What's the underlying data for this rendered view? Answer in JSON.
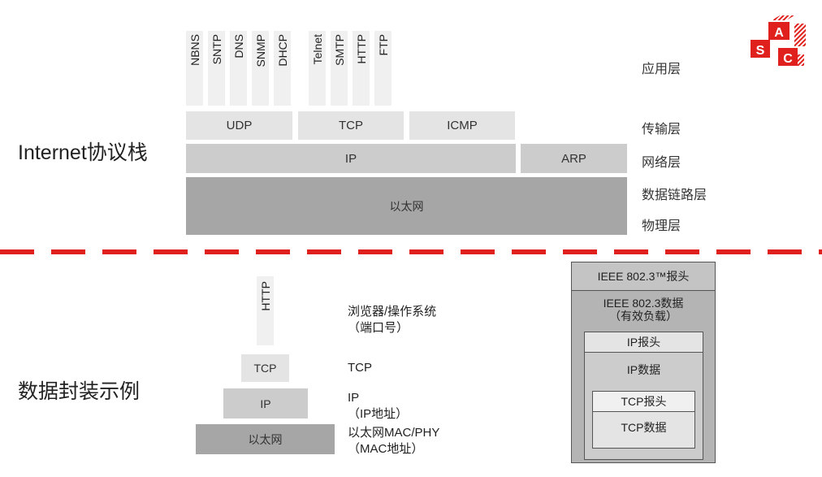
{
  "stack": {
    "title": "Internet协议栈",
    "app_protocols": [
      "NBNS",
      "SNTP",
      "DNS",
      "SNMP",
      "DHCP",
      "Telnet",
      "SMTP",
      "HTTP",
      "FTP"
    ],
    "transport": [
      "UDP",
      "TCP",
      "ICMP"
    ],
    "network": [
      "IP",
      "ARP"
    ],
    "link": "以太网",
    "layers": [
      "应用层",
      "传输层",
      "网络层",
      "数据链路层",
      "物理层"
    ]
  },
  "encap": {
    "title": "数据封装示例",
    "pyramid": [
      "HTTP",
      "TCP",
      "IP",
      "以太网"
    ],
    "notes": {
      "http_l1": "浏览器/操作系统",
      "http_l2": "（端口号）",
      "tcp": "TCP",
      "ip_l1": "IP",
      "ip_l2": "（IP地址）",
      "eth_l1": "以太网MAC/PHY",
      "eth_l2": "（MAC地址）"
    },
    "frame": {
      "header": "IEEE 802.3™报头",
      "data_l1": "IEEE 802.3数据",
      "data_l2": "（有效负载）",
      "ip_header": "IP报头",
      "ip_data": "IP数据",
      "tcp_header": "TCP报头",
      "tcp_data": "TCP数据"
    }
  },
  "logo": {
    "letters": [
      "A",
      "S",
      "C"
    ],
    "color": "#e0201c"
  },
  "colors": {
    "light": "#e4e4e4",
    "mid": "#cccccc",
    "dark": "#a6a6a6",
    "red": "#e0201c"
  }
}
